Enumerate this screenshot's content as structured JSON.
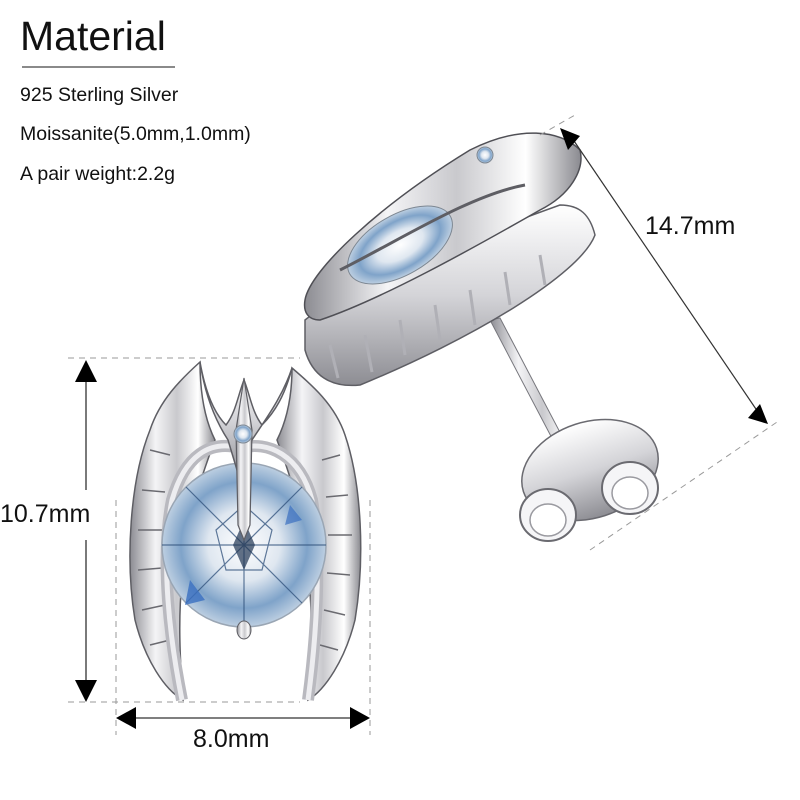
{
  "header": {
    "title": "Material"
  },
  "specs": [
    "925 Sterling Silver",
    "Moissanite(5.0mm,1.0mm)",
    "A pair weight:2.2g"
  ],
  "dimensions": {
    "height": "10.7mm",
    "width": "8.0mm",
    "depth": "14.7mm"
  },
  "images": {
    "front_view": "winged-earring-front-icon",
    "side_view": "earring-side-with-butterfly-back-icon"
  },
  "colors": {
    "text": "#111111",
    "rule": "#8a8a8a",
    "dash": "#9a9a9a",
    "silver": "#d9d9dc",
    "silver_dark": "#6e6e74",
    "stone_blue": "#3a6fc0"
  }
}
